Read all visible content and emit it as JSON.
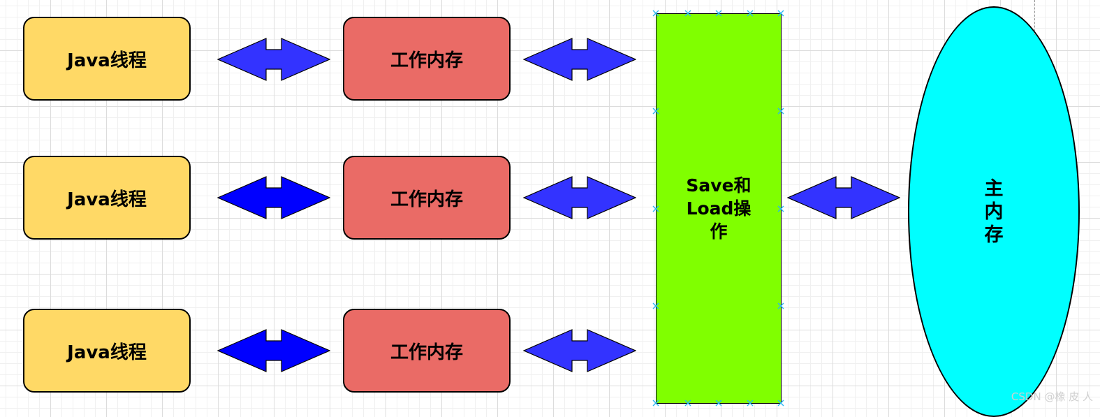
{
  "threads": [
    "Java线程",
    "Java线程",
    "Java线程"
  ],
  "working_memory": [
    "工作内存",
    "工作内存",
    "工作内存"
  ],
  "save_load": "Save和Load操作",
  "main_memory": "主内存",
  "watermark": "CSDN @橡 皮 人",
  "colors": {
    "thread_fill": "#ffd966",
    "working_memory_fill": "#ea6b66",
    "save_load_fill": "#80ff00",
    "main_memory_fill": "#00ffff",
    "arrow_fill_light": "#3333ff",
    "arrow_fill_dark": "#0000ff",
    "selection_handle": "#29b6f2"
  }
}
